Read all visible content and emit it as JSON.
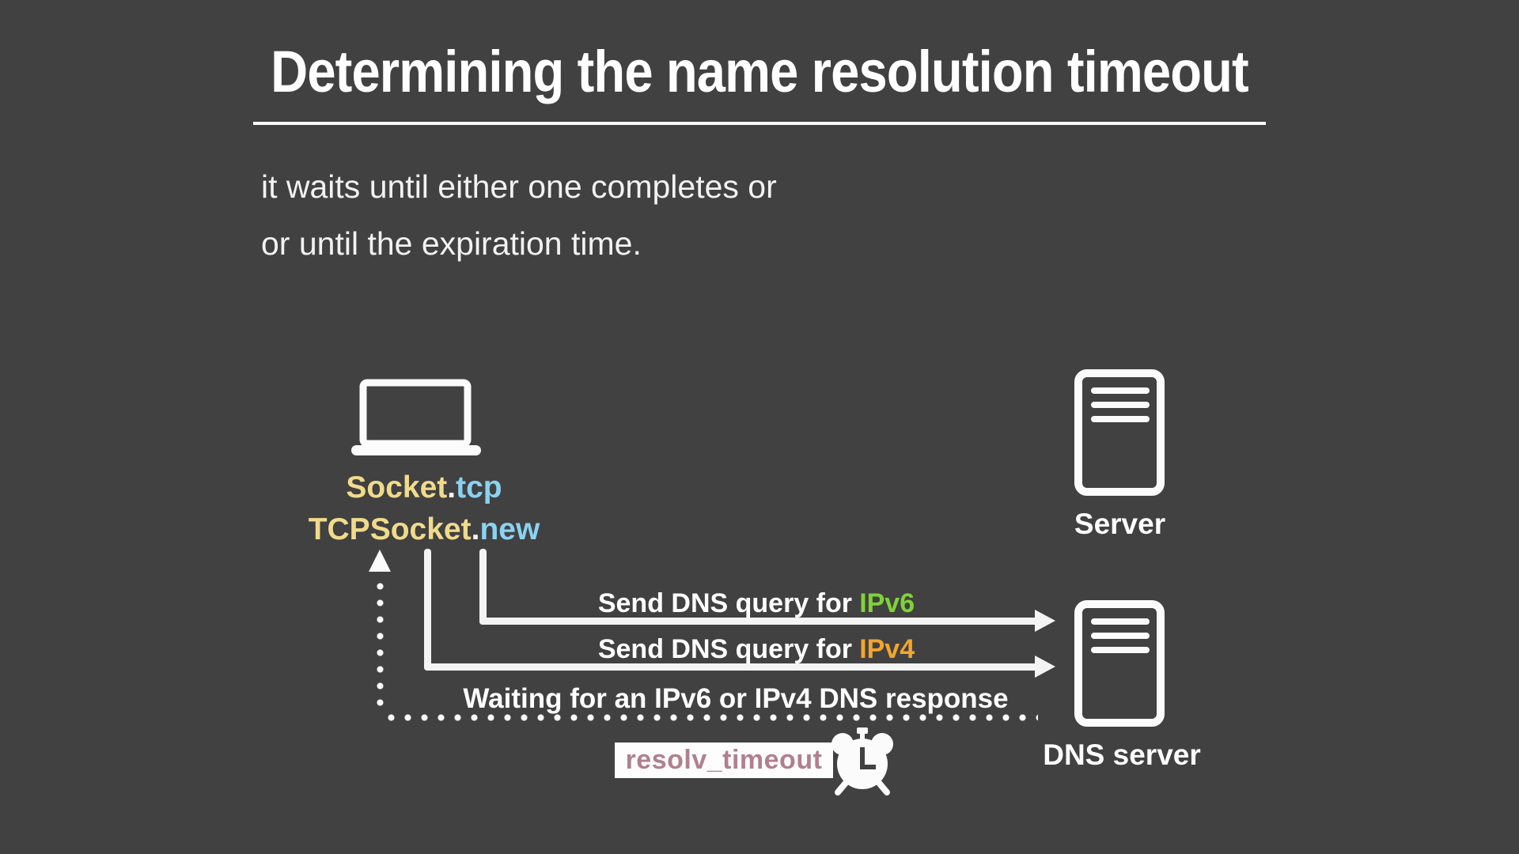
{
  "slide": {
    "title": "Determining the name resolution timeout",
    "intro_line1": "it waits until either one completes or",
    "intro_line2": "or until the expiration time."
  },
  "client": {
    "icon": "laptop-icon",
    "code_line1": {
      "receiver": "Socket",
      "dot": ".",
      "method": "tcp"
    },
    "code_line2": {
      "receiver": "TCPSocket",
      "dot": ".",
      "method": "new"
    }
  },
  "server": {
    "icon": "server-icon",
    "label": "Server"
  },
  "dns_server": {
    "icon": "server-icon",
    "label": "DNS server"
  },
  "messages": {
    "ipv6_query": {
      "prefix": "Send DNS query for",
      "highlight": "IPv6"
    },
    "ipv4_query": {
      "prefix": "Send DNS query for",
      "highlight": "IPv4"
    },
    "waiting": "Waiting for an IPv6 or IPv4 DNS response"
  },
  "timeout": {
    "label": "resolv_timeout",
    "icon": "alarm-clock-icon"
  },
  "colors": {
    "background": "#414141",
    "text": "#ffffff",
    "code_yellow": "#f0db8c",
    "code_blue": "#8ad2f2",
    "ipv6_green": "#7fd338",
    "ipv4_orange": "#f2a52e",
    "timeout_mauve": "#b0808f"
  }
}
